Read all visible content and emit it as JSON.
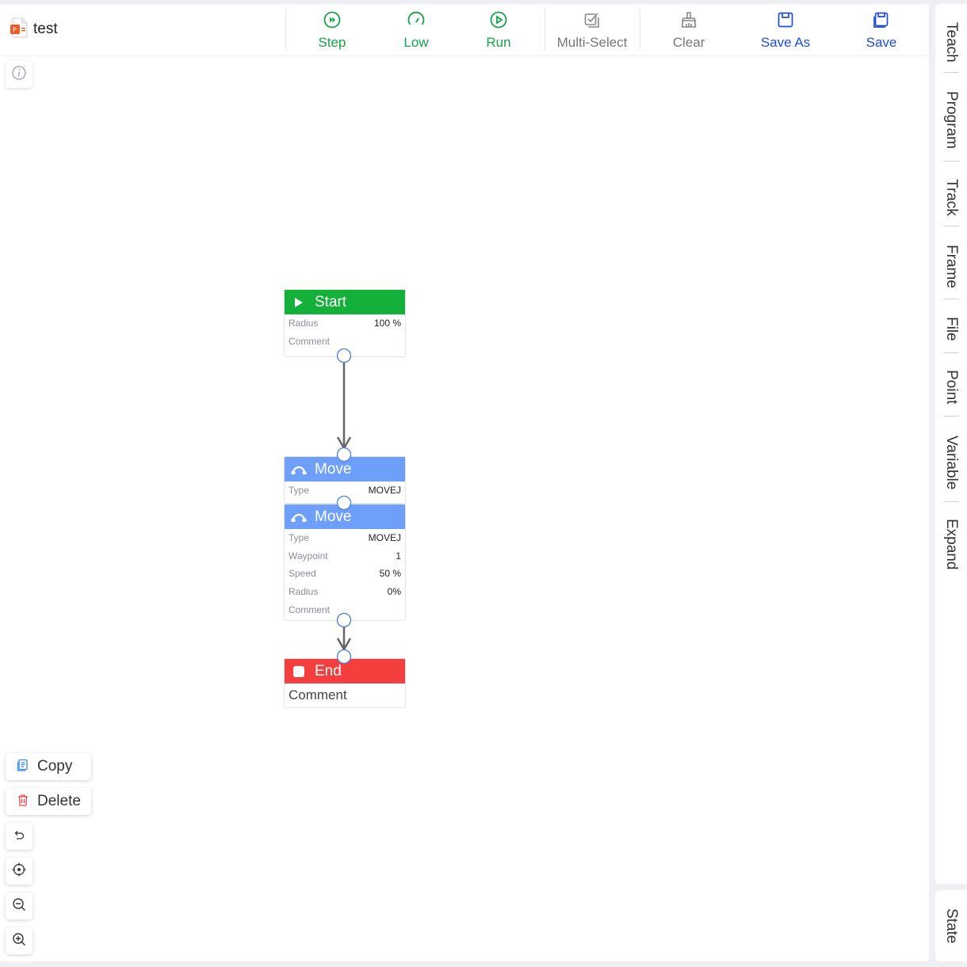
{
  "file": {
    "name": "test"
  },
  "toolbar": {
    "step": "Step",
    "low": "Low",
    "run": "Run",
    "multi_select": "Multi-Select",
    "clear": "Clear",
    "save_as": "Save As",
    "save": "Save"
  },
  "nodes": {
    "start": {
      "title": "Start",
      "radius_label": "Radius",
      "radius_value": "100 %",
      "comment_label": "Comment"
    },
    "move1": {
      "title": "Move",
      "type_label": "Type",
      "type_value": "MOVEJ"
    },
    "move2": {
      "title": "Move",
      "type_label": "Type",
      "type_value": "MOVEJ",
      "waypoint_label": "Waypoint",
      "waypoint_value": "1",
      "speed_label": "Speed",
      "speed_value": "50 %",
      "radius_label": "Radius",
      "radius_value": "0%",
      "comment_label": "Comment"
    },
    "end": {
      "title": "End",
      "comment_label": "Comment"
    }
  },
  "side_tabs": [
    "Teach",
    "Program",
    "Track",
    "Frame",
    "File",
    "Point",
    "Variable",
    "Expand"
  ],
  "state_tab": "State",
  "actions": {
    "copy": "Copy",
    "delete": "Delete"
  },
  "colors": {
    "start_green": "#13b13a",
    "move_blue": "#6e9ffb",
    "end_red": "#f53f3f",
    "run_green": "#16a34a",
    "save_blue": "#1d4ed8",
    "port_blue": "#4a7fe0"
  },
  "icons": {
    "step": "step-forward-icon",
    "low": "speedometer-icon",
    "run": "play-circle-icon",
    "multi_select": "multi-select-icon",
    "clear": "broom-icon",
    "save_as": "save-as-icon",
    "save": "save-icon",
    "info": "info-icon",
    "copy": "copy-icon",
    "delete": "trash-icon",
    "undo": "undo-icon",
    "center": "crosshair-icon",
    "zoom_out": "zoom-out-icon",
    "zoom_in": "zoom-in-icon"
  }
}
